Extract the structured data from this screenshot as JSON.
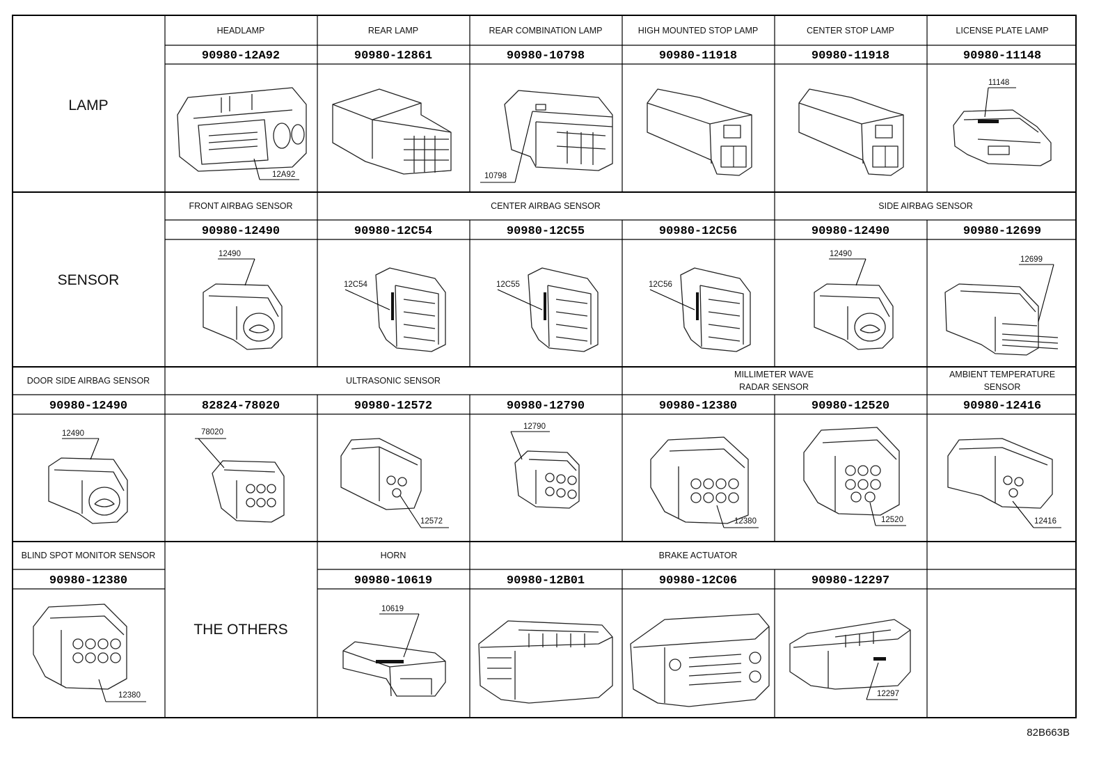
{
  "groups": {
    "lamp": "LAMP",
    "sensor": "SENSOR",
    "others": "THE OTHERS"
  },
  "captions": {
    "headlamp": "HEADLAMP",
    "rear_lamp": "REAR LAMP",
    "rear_combination_lamp": "REAR COMBINATION LAMP",
    "high_mounted_stop_lamp": "HIGH MOUNTED STOP LAMP",
    "center_stop_lamp": "CENTER STOP LAMP",
    "license_plate_lamp": "LICENSE PLATE LAMP",
    "front_airbag_sensor": "FRONT AIRBAG SENSOR",
    "center_airbag_sensor": "CENTER AIRBAG SENSOR",
    "side_airbag_sensor": "SIDE AIRBAG SENSOR",
    "door_side_airbag_sensor": "DOOR SIDE AIRBAG SENSOR",
    "ultrasonic_sensor": "ULTRASONIC SENSOR",
    "millimeter_wave_1": "MILLIMETER WAVE",
    "millimeter_wave_2": "RADAR SENSOR",
    "ambient_temp_1": "AMBIENT TEMPERATURE",
    "ambient_temp_2": "SENSOR",
    "blind_spot_monitor_sensor": "BLIND SPOT MONITOR SENSOR",
    "horn": "HORN",
    "brake_actuator": "BRAKE ACTUATOR"
  },
  "part_numbers": {
    "r1": [
      "90980-12A92",
      "90980-12861",
      "90980-10798",
      "90980-11918",
      "90980-11918",
      "90980-11148"
    ],
    "r2": [
      "90980-12490",
      "90980-12C54",
      "90980-12C55",
      "90980-12C56",
      "90980-12490",
      "90980-12699"
    ],
    "r3": [
      "90980-12490",
      "82824-78020",
      "90980-12572",
      "90980-12790",
      "90980-12380",
      "90980-12520",
      "90980-12416"
    ],
    "r4": [
      "90980-12380",
      "90980-10619",
      "90980-12B01",
      "90980-12C06",
      "90980-12297"
    ]
  },
  "callouts": {
    "r1": [
      "12A92",
      "10798",
      "11148"
    ],
    "r2": [
      "12490",
      "12C54",
      "12C55",
      "12C56",
      "12490",
      "12699"
    ],
    "r3": [
      "12490",
      "78020",
      "12572",
      "12790",
      "12380",
      "12520",
      "12416"
    ],
    "r4": [
      "12380",
      "10619",
      "12297"
    ]
  },
  "doc_id": "82B663B"
}
